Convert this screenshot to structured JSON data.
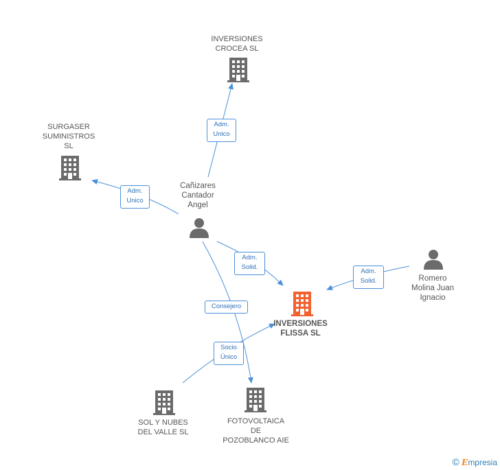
{
  "colors": {
    "edge": "#4a90d9",
    "building_gray": "#6b6b6b",
    "building_main": "#f2612f",
    "person": "#6b6b6b"
  },
  "nodes": {
    "crocea": "INVERSIONES\nCROCEA SL",
    "surgaser": "SURGASER\nSUMINISTROS\nSL",
    "canizares": "Cañizares\nCantador\nAngel",
    "romero": "Romero\nMolina Juan\nIgnacio",
    "flissa": "INVERSIONES\nFLISSA SL",
    "sol": "SOL Y NUBES\nDEL VALLE  SL",
    "foto": "FOTOVOLTAICA\nDE\nPOZOBLANCO AIE"
  },
  "edges": {
    "to_crocea": "Adm.\nUnico",
    "to_surgaser": "Adm.\nUnico",
    "to_flissa": "Adm.\nSolid.",
    "romero_flissa": "Adm.\nSolid.",
    "consejero": "Consejero",
    "socio": "Socio\nÚnico"
  },
  "watermark": {
    "symbol": "©",
    "brand": "mpresia",
    "brand_initial": "E"
  }
}
